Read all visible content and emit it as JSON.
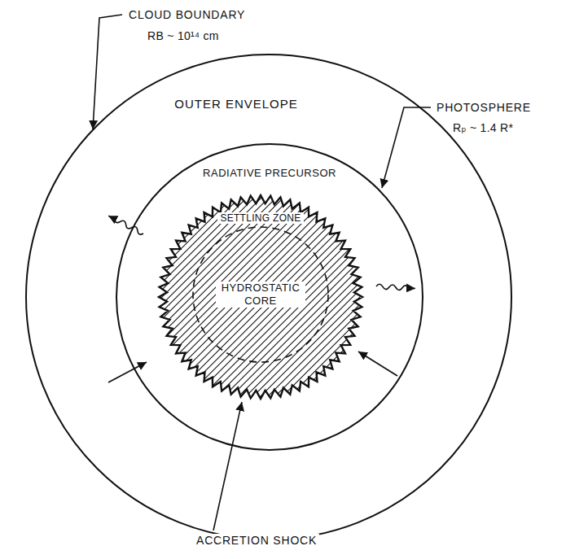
{
  "diagram": {
    "nodes": [
      {
        "text": [
          "OUTER ENVELOPE"
        ]
      },
      {
        "text": [
          "RADIATIVE PRECURSOR"
        ],
        "in": 0
      },
      {
        "text": [
          "SETTLING ZONE"
        ],
        "in": 1
      },
      {
        "text": [
          "HYDROSTATIC CORE"
        ],
        "in": 2
      }
    ],
    "labels": [
      "CLOUD BOUNDARY",
      "RB ~ 10¹⁴ cm",
      "PHOTOSPHERE",
      "Rₚ ~ 1.4 R*",
      "ACCRETION SHOCK"
    ]
  }
}
